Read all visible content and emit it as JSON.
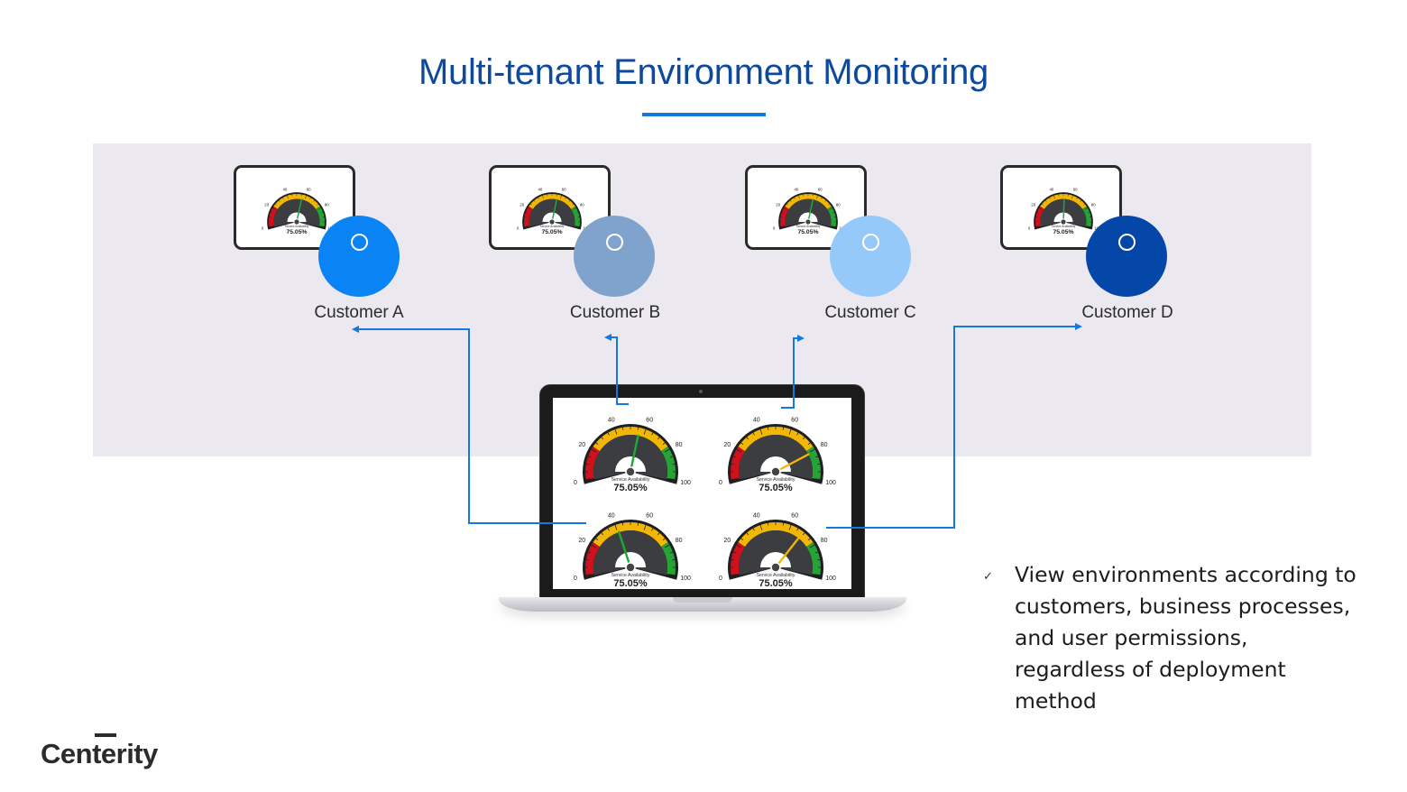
{
  "slide": {
    "title": "Multi-tenant Environment Monitoring"
  },
  "gauge": {
    "tick_labels": [
      "0",
      "20",
      "40",
      "60",
      "80",
      "100"
    ],
    "caption": "Service Availability",
    "value_text": "75.05%",
    "zone_colors": {
      "low": "#d2101b",
      "mid": "#f2b705",
      "high": "#25a333",
      "face": "#3b3d41"
    }
  },
  "tenants": [
    {
      "label": "Customer A",
      "color": "#0a84f5",
      "needle_color": "#21a83a"
    },
    {
      "label": "Customer B",
      "color": "#80a3cd",
      "needle_color": "#21a83a"
    },
    {
      "label": "Customer C",
      "color": "#95c9fa",
      "needle_color": "#21a83a"
    },
    {
      "label": "Customer D",
      "color": "#0547a8",
      "needle_color": "#21a83a"
    }
  ],
  "dashboard": {
    "gauges": [
      {
        "needle_color": "#21a83a"
      },
      {
        "needle_color": "#f2b705"
      },
      {
        "needle_color": "#21a83a"
      },
      {
        "needle_color": "#f2b705"
      }
    ]
  },
  "connector_color": "#1378e0",
  "bullet": {
    "mark": "✓",
    "text": "View environments according to customers, business processes, and user permissions, regardless of deployment method"
  },
  "logo": {
    "text": "Centerity"
  }
}
